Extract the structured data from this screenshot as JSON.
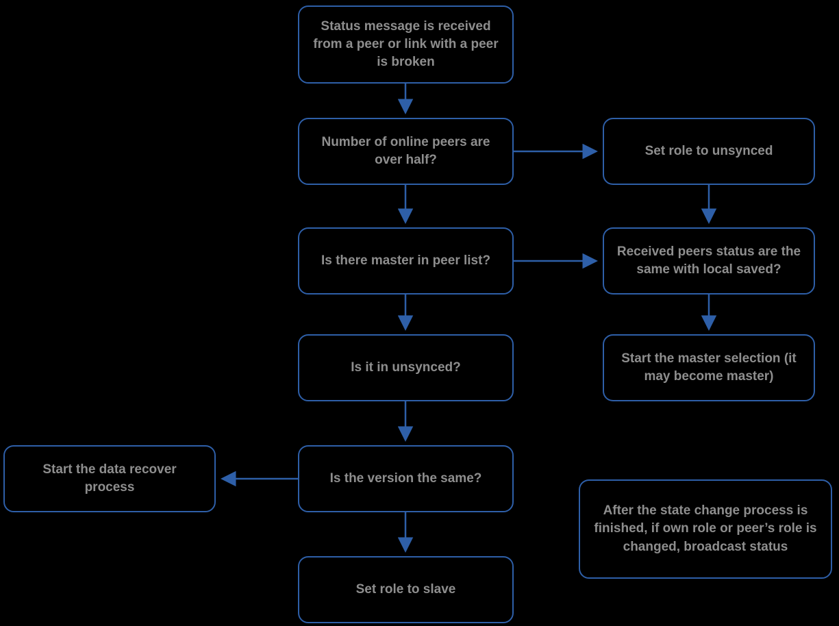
{
  "colors": {
    "background": "#000000",
    "box_border": "#2e5fa8",
    "box_fill": "#000000",
    "text": "#8e8e8e",
    "arrow": "#2e5fa8"
  },
  "diagram": {
    "type": "flowchart",
    "nodes": {
      "status": {
        "label": "Status message is received from a peer or link with a peer is broken"
      },
      "peers_over_half": {
        "label": "Number of online peers are over half?"
      },
      "set_unsynced": {
        "label": "Set role to unsynced"
      },
      "master_in_list": {
        "label": "Is there master in peer list?"
      },
      "status_same": {
        "label": "Received peers status are the same with local saved?"
      },
      "in_unsynced": {
        "label": "Is it in unsynced?"
      },
      "master_selection": {
        "label": "Start the master selection (it may become master)"
      },
      "version_same": {
        "label": "Is the version the same?"
      },
      "data_recover": {
        "label": "Start the data recover process"
      },
      "set_slave": {
        "label": "Set role to slave"
      },
      "note": {
        "label": "After the state change process is finished, if own role or peer’s role is changed, broadcast status"
      }
    },
    "edges": [
      {
        "from": "status",
        "to": "peers_over_half"
      },
      {
        "from": "peers_over_half",
        "to": "set_unsynced"
      },
      {
        "from": "peers_over_half",
        "to": "master_in_list"
      },
      {
        "from": "set_unsynced",
        "to": "status_same"
      },
      {
        "from": "master_in_list",
        "to": "status_same"
      },
      {
        "from": "master_in_list",
        "to": "in_unsynced"
      },
      {
        "from": "status_same",
        "to": "master_selection"
      },
      {
        "from": "in_unsynced",
        "to": "version_same"
      },
      {
        "from": "version_same",
        "to": "data_recover"
      },
      {
        "from": "version_same",
        "to": "set_slave"
      }
    ]
  }
}
